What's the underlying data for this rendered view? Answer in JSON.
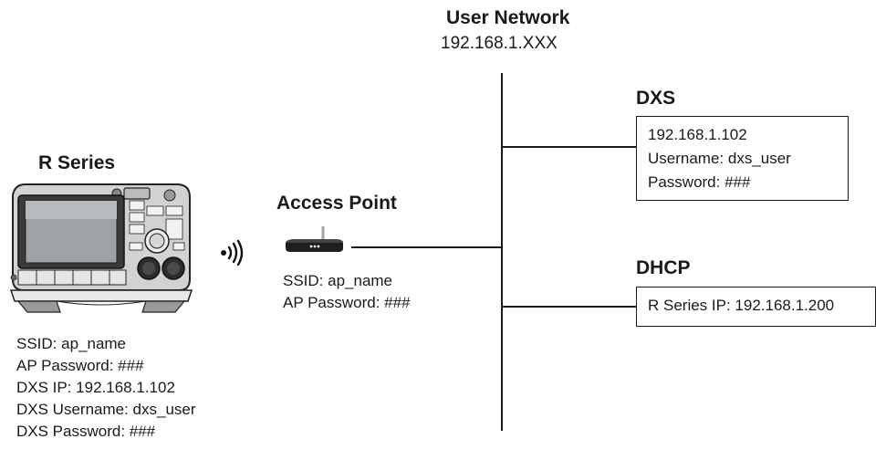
{
  "network": {
    "title": "User Network",
    "subnet": "192.168.1.XXX"
  },
  "dxs": {
    "title": "DXS",
    "lines": [
      "192.168.1.102",
      "Username: dxs_user",
      "Password: ###"
    ]
  },
  "dhcp": {
    "title": "DHCP",
    "lines": [
      "R Series IP:  192.168.1.200"
    ]
  },
  "access_point": {
    "title": "Access Point",
    "lines": [
      "SSID: ap_name",
      "AP Password: ###"
    ]
  },
  "r_series": {
    "title": "R Series",
    "lines": [
      "SSID: ap_name",
      "AP Password: ###",
      "DXS IP: 192.168.1.102",
      "DXS Username: dxs_user",
      "DXS Password: ###"
    ]
  },
  "icons": {
    "device": "defibrillator-monitor-icon",
    "router": "wireless-router-icon",
    "wifi": "wifi-signal-icon"
  }
}
